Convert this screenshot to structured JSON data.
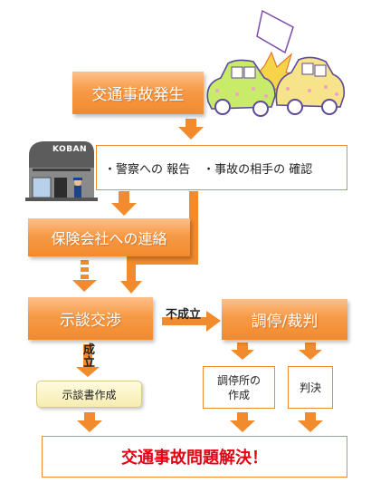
{
  "steps": {
    "accident": "交通事故発生",
    "actions_report": "・警察への 報告",
    "actions_confirm": "・事故の相手の 確認",
    "koban_sign": "KOBAN",
    "insurance": "保険会社への連絡",
    "settlement": "示談交渉",
    "fail_label": "不成立",
    "mediation": "調停/裁判",
    "success_label": "成立",
    "settlement_doc": "示談書作成",
    "mediation_doc": "調停所の作成",
    "judgment": "判決",
    "resolved": "交通事故問題解決！"
  },
  "colors": {
    "orange": "#f28a2e",
    "resolved_text": "#e60012"
  }
}
